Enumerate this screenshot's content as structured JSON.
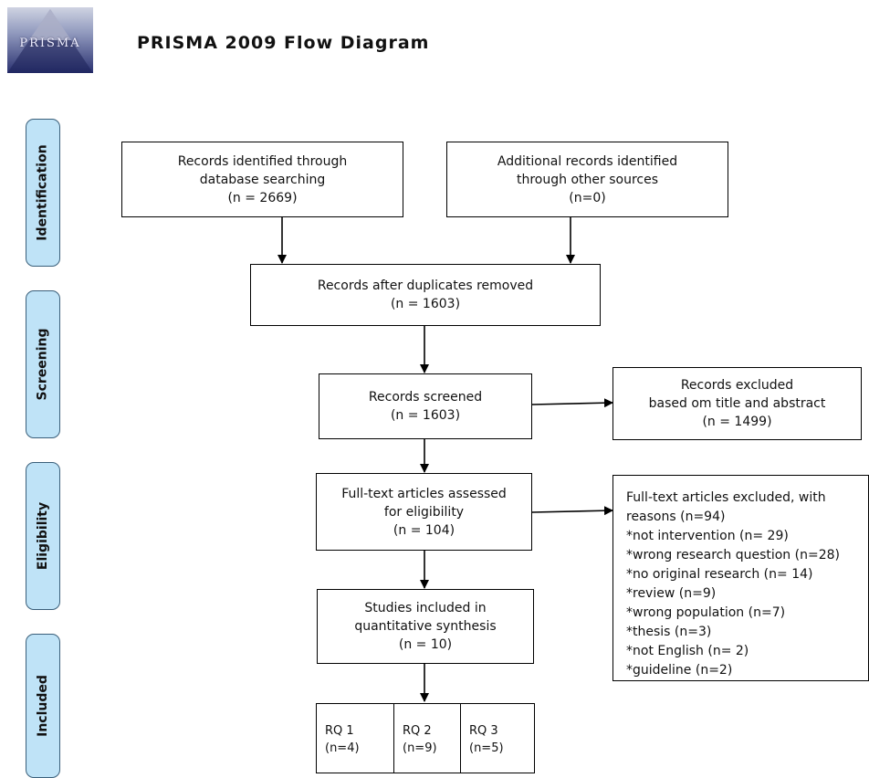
{
  "logo": {
    "text": "PRISMA"
  },
  "title": "PRISMA 2009 Flow Diagram",
  "stages": [
    "Identification",
    "Screening",
    "Eligibility",
    "Included"
  ],
  "boxes": {
    "db_search": {
      "lines": [
        "Records identified through",
        "database searching",
        "(n =  2669)"
      ]
    },
    "other_sources": {
      "lines": [
        "Additional records identified",
        "through other sources",
        "(n=0)"
      ]
    },
    "dedup": {
      "lines": [
        "Records after duplicates removed",
        "(n = 1603)"
      ]
    },
    "screened": {
      "lines": [
        "Records screened",
        "(n = 1603)"
      ]
    },
    "excluded_title": {
      "lines": [
        "Records excluded",
        "based om title and abstract",
        "(n = 1499)"
      ]
    },
    "fulltext": {
      "lines": [
        "Full-text articles assessed",
        "for eligibility",
        "(n = 104)"
      ]
    },
    "fulltext_excluded": {
      "lines": [
        "Full-text articles excluded, with",
        "reasons (n=94)",
        "*not intervention (n= 29)",
        "*wrong research question (n=28)",
        "*no original research (n= 14)",
        "*review (n=9)",
        "*wrong population (n=7)",
        "*thesis (n=3)",
        "*not English (n= 2)",
        "*guideline (n=2)"
      ]
    },
    "included": {
      "lines": [
        "Studies included in",
        "quantitative synthesis",
        "(n = 10)"
      ]
    }
  },
  "research_questions": [
    {
      "label": "RQ 1",
      "count": "(n=4)"
    },
    {
      "label": "RQ 2",
      "count": "(n=9)"
    },
    {
      "label": "RQ 3",
      "count": "(n=5)"
    }
  ]
}
